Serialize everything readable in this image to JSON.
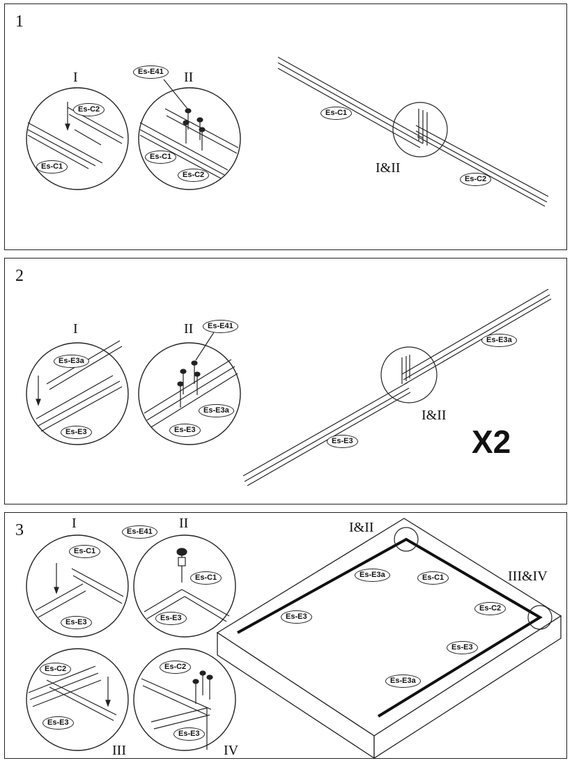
{
  "panels": [
    {
      "step": "1",
      "labels": {
        "detail_1": "I",
        "detail_2": "II",
        "overview_detail": "I&II"
      },
      "parts": {
        "c2_top": "Es-C2",
        "c1_bottom": "Es-C1",
        "e41": "Es-E41",
        "c1_mid": "Es-C1",
        "c2_mid": "Es-C2",
        "c1_main": "Es-C1",
        "c2_main": "Es-C2"
      }
    },
    {
      "step": "2",
      "multiplier": "X2",
      "labels": {
        "detail_1": "I",
        "detail_2": "II",
        "overview_detail": "I&II"
      },
      "parts": {
        "e3a_top": "Es-E3a",
        "e3_bottom": "Es-E3",
        "e41": "Es-E41",
        "e3a_mid": "Es-E3a",
        "e3_mid": "Es-E3",
        "e3a_main": "Es-E3a",
        "e3_main": "Es-E3"
      }
    },
    {
      "step": "3",
      "labels": {
        "detail_1": "I",
        "detail_2": "II",
        "detail_3": "III",
        "detail_4": "IV",
        "overview_detail_a": "I&II",
        "overview_detail_b": "III&IV"
      },
      "parts": {
        "d1_c1": "Es-C1",
        "d1_e3": "Es-E3",
        "e41": "Es-E41",
        "d2_c1": "Es-C1",
        "d2_e3": "Es-E3",
        "d3_c2": "Es-C2",
        "d3_e3": "Es-E3",
        "d4_c2": "Es-C2",
        "d4_e3": "Es-E3",
        "main_e3a_top": "Es-E3a",
        "main_c1": "Es-C1",
        "main_e3_left": "Es-E3",
        "main_c2": "Es-C2",
        "main_e3_right": "Es-E3",
        "main_e3a_bottom": "Es-E3a"
      }
    }
  ]
}
